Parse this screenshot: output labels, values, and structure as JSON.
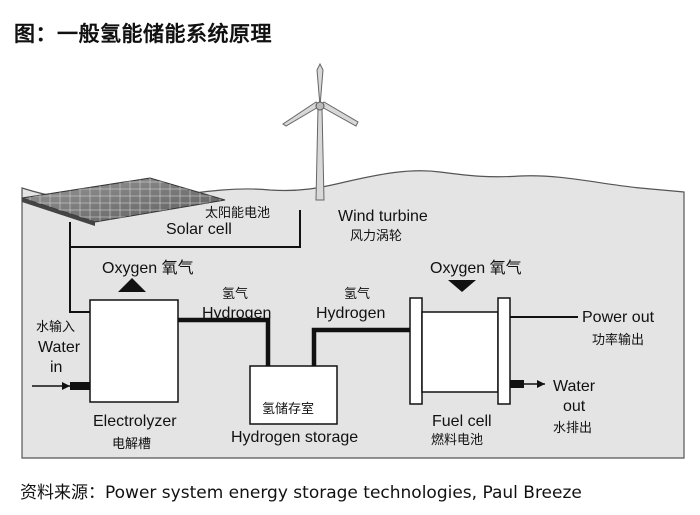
{
  "title": "图：一般氢能储能系统原理",
  "source": "资料来源：Power system energy storage technologies, Paul Breeze",
  "labels": {
    "solar_cn": "太阳能电池",
    "solar_en": "Solar cell",
    "wind_en": "Wind turbine",
    "wind_cn": "风力涡轮",
    "oxygen_left": "Oxygen 氧气",
    "oxygen_right": "Oxygen 氧气",
    "h2_left_cn": "氢气",
    "h2_left_en": "Hydrogen",
    "h2_right_cn": "氢气",
    "h2_right_en": "Hydrogen",
    "water_in_cn": "水输入",
    "water_in_en1": "Water",
    "water_in_en2": "in",
    "electrolyzer_en": "Electrolyzer",
    "electrolyzer_cn": "电解槽",
    "storage_cn": "氢储存室",
    "storage_en": "Hydrogen storage",
    "fuelcell_en": "Fuel cell",
    "fuelcell_cn": "燃料电池",
    "power_out_en": "Power out",
    "power_out_cn": "功率输出",
    "water_out_en1": "Water",
    "water_out_en2": "out",
    "water_out_cn": "水排出"
  }
}
